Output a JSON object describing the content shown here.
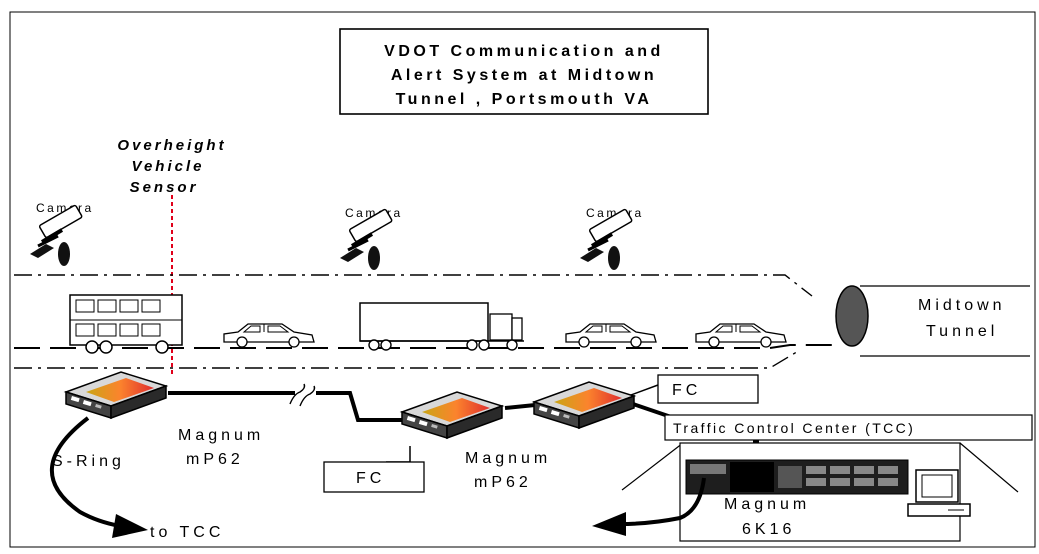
{
  "title": {
    "line1": "VDOT Communication and",
    "line2": "Alert System at Midtown",
    "line3": "Tunnel , Portsmouth VA"
  },
  "sensor": {
    "line1": "Overheight",
    "line2": "Vehicle",
    "line3": "Sensor"
  },
  "cameras": [
    "Camera",
    "Camera",
    "Camera"
  ],
  "tunnel": {
    "line1": "Midtown",
    "line2": "Tunnel"
  },
  "devices": {
    "left": {
      "line1": "Magnum",
      "line2": "mP62"
    },
    "middle": {
      "line1": "Magnum",
      "line2": "mP62"
    },
    "tcc": {
      "line1": "Magnum",
      "line2": "6K16"
    }
  },
  "fc_labels": [
    "FC",
    "FC"
  ],
  "tcc_label": "Traffic Control Center (TCC)",
  "ring_label": "S-Ring",
  "to_tcc_label": "to TCC",
  "colors": {
    "sensor_line": "#e0001a",
    "lines": "#000000"
  },
  "icons": [
    "camera-icon",
    "bus-icon",
    "car-icon",
    "truck-icon",
    "switch-icon",
    "rack-switch-icon",
    "computer-icon"
  ]
}
